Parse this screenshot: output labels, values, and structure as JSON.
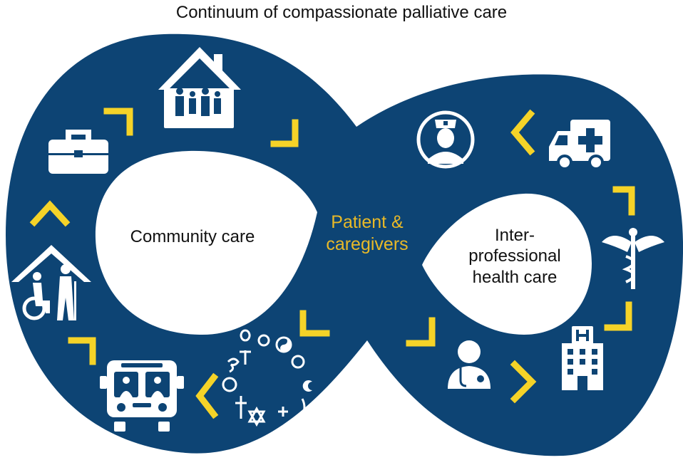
{
  "title": "Continuum of compassionate palliative care",
  "labels": {
    "community": "Community care",
    "patient_line1": "Patient &",
    "patient_line2": "caregivers",
    "interprof_line1": "Inter-",
    "interprof_line2": "professional",
    "interprof_line3": "health care"
  },
  "colors": {
    "loop": "#0d4474",
    "arrow": "#f5d328",
    "center_text": "#e8b928",
    "icon": "#ffffff",
    "text": "#111111"
  },
  "icons": {
    "left_loop": [
      "family-house-icon",
      "briefcase-icon",
      "assisted-living-icon",
      "school-bus-icon",
      "religious-symbols-icon"
    ],
    "right_loop": [
      "nurse-icon",
      "ambulance-icon",
      "caduceus-icon",
      "hospital-icon",
      "doctor-icon"
    ]
  }
}
